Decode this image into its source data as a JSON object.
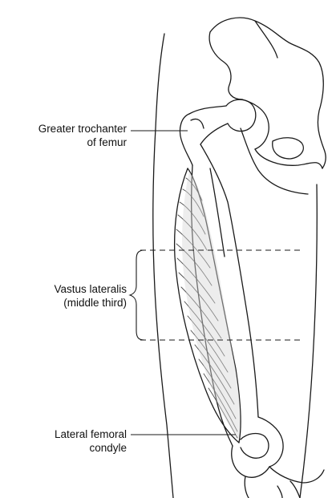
{
  "labels": {
    "greater_trochanter": {
      "line1": "Greater trochanter",
      "line2": "of femur"
    },
    "vastus_lateralis": {
      "line1": "Vastus lateralis",
      "line2": "(middle third)"
    },
    "lateral_femoral_condyle": {
      "line1": "Lateral femoral",
      "line2": "condyle"
    }
  }
}
